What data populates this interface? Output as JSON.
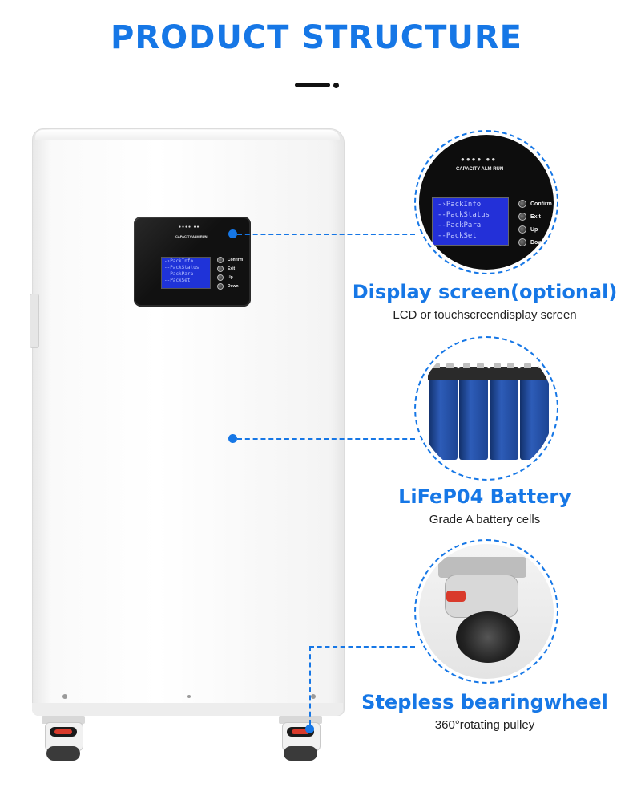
{
  "header": {
    "title": "PRODUCT STRUCTURE"
  },
  "device_panel": {
    "indicator_caption": "CAPACITY ALM RUN",
    "menu_items": [
      "-›PackInfo",
      "--PackStatus",
      "--PackPara",
      "--PackSet"
    ],
    "buttons": [
      "Confirm",
      "Exit",
      "Up",
      "Down"
    ]
  },
  "callouts": [
    {
      "title": "Display screen(optional)",
      "subtitle": "LCD or touchscreendisplay screen"
    },
    {
      "title": "LiFeP04 Battery",
      "subtitle": "Grade A battery cells"
    },
    {
      "title": "Stepless bearingwheel",
      "subtitle": "360°rotating pulley"
    }
  ],
  "colors": {
    "accent": "#1677e6",
    "lcd": "#1f33d8",
    "wheel_brake": "#d93a2b"
  },
  "icons": {
    "led_indicator": "led-dot-icon",
    "button": "round-button-icon"
  }
}
